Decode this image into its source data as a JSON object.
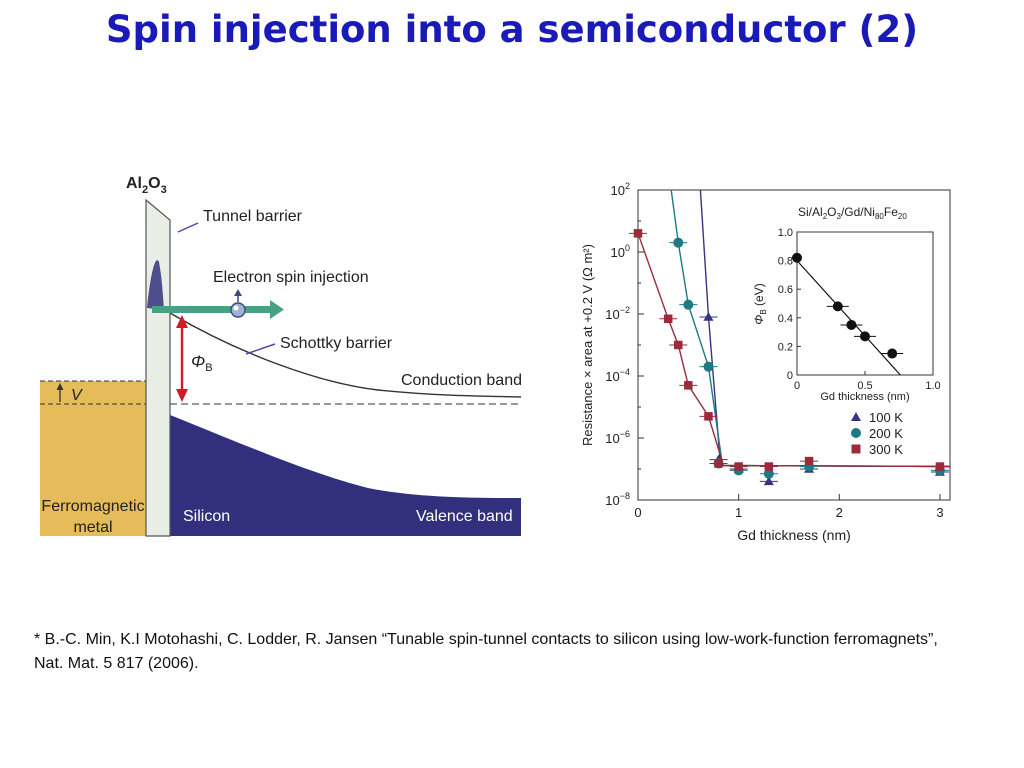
{
  "slide": {
    "title": "Spin injection into a semiconductor (2)",
    "reference": "* B.-C. Min, K.I Motohashi, C. Lodder, R. Jansen “Tunable spin-tunnel contacts to silicon using low-work-function ferromagnets”, Nat. Mat. 5 817 (2006)."
  },
  "band_diagram": {
    "oxide_label": "Al",
    "oxide_sub1": "2",
    "oxide_mid": "O",
    "oxide_sub2": "3",
    "tunnel_barrier": "Tunnel barrier",
    "electron_spin_injection": "Electron spin injection",
    "schottky_barrier": "Schottky barrier",
    "phi": "Φ",
    "phi_sub": "B",
    "conduction_band": "Conduction band",
    "valence_band": "Valence band",
    "silicon": "Silicon",
    "voltage": "V",
    "ferromagnetic_1": "Ferromagnetic",
    "ferromagnetic_2": "metal",
    "colors": {
      "metal": "#e6bb5a",
      "silicon": "#32307d",
      "oxide": "#e8eee6",
      "arrow_green": "#4aa084",
      "arrow_red": "#d11a2a"
    }
  },
  "chart_data": [
    {
      "type": "scatter",
      "title": "",
      "xlabel": "Gd thickness (nm)",
      "ylabel": "Resistance × area at +0.2 V (Ω m²)",
      "x_ticks": [
        "0",
        "1",
        "2",
        "3"
      ],
      "y_ticks": [
        {
          "base": "10",
          "exp": "2"
        },
        {
          "base": "10",
          "exp": "0"
        },
        {
          "base": "10",
          "exp": "−2"
        },
        {
          "base": "10",
          "exp": "−4"
        },
        {
          "base": "10",
          "exp": "−6"
        },
        {
          "base": "10",
          "exp": "−8"
        }
      ],
      "y_scale": "log",
      "xlim": [
        0,
        3.1
      ],
      "ylim": [
        1e-08,
        100
      ],
      "legend_position": "lower-right",
      "series": [
        {
          "name": "100 K",
          "marker": "triangle",
          "color": "#37347f",
          "x": [
            0.7,
            0.8,
            1.0,
            1.3,
            1.7,
            3.0
          ],
          "y": [
            0.008,
            2e-07,
            1e-07,
            4e-08,
            1e-07,
            8e-08
          ]
        },
        {
          "name": "200 K",
          "marker": "circle",
          "color": "#1b7a82",
          "x": [
            0.4,
            0.5,
            0.7,
            0.8,
            1.0,
            1.3,
            1.7,
            3.0
          ],
          "y": [
            2.0,
            0.02,
            0.0002,
            1.5e-07,
            9e-08,
            7e-08,
            1.2e-07,
            9e-08
          ]
        },
        {
          "name": "300 K",
          "marker": "square",
          "color": "#9b2b3b",
          "x": [
            0,
            0.3,
            0.4,
            0.5,
            0.7,
            0.8,
            1.0,
            1.3,
            1.7,
            3.0
          ],
          "y": [
            4.0,
            0.007,
            0.001,
            5e-05,
            5e-06,
            1.5e-07,
            1.2e-07,
            1.2e-07,
            1.8e-07,
            1.2e-07
          ]
        }
      ]
    },
    {
      "type": "scatter",
      "title": "Si/Al2O3/Gd/Ni80Fe20",
      "title_parts": [
        "Si/Al",
        "2",
        "O",
        "3",
        "/Gd/Ni",
        "80",
        "Fe",
        "20"
      ],
      "xlabel": "Gd thickness (nm)",
      "ylabel": "Φ",
      "ylabel_sub": "B",
      "ylabel_unit": " (eV)",
      "x_ticks": [
        "0",
        "0.5",
        "1.0"
      ],
      "y_ticks": [
        "0",
        "0.2",
        "0.4",
        "0.6",
        "0.8",
        "1.0"
      ],
      "xlim": [
        0,
        1.0
      ],
      "ylim": [
        0,
        1.0
      ],
      "series": [
        {
          "name": "",
          "marker": "circle",
          "color": "#111111",
          "x": [
            0,
            0.3,
            0.4,
            0.5,
            0.7
          ],
          "y": [
            0.82,
            0.48,
            0.35,
            0.27,
            0.15
          ]
        }
      ]
    }
  ]
}
